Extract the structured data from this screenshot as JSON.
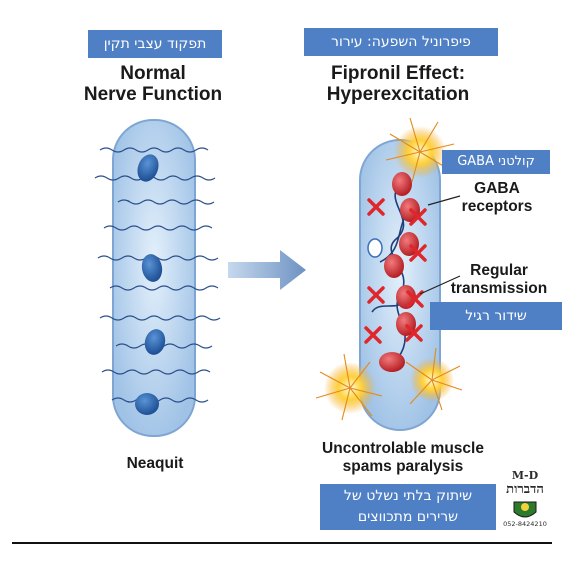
{
  "left": {
    "hebrew_label": "תפקוד עצבי תקין",
    "title_line1": "Normal",
    "title_line2": "Nerve Function",
    "caption": "Neaquit"
  },
  "right": {
    "hebrew_label": "פיפרוניל השפעה: עירור",
    "title_line1": "Fipronil Effect:",
    "title_line2": "Hyperexcitation",
    "gaba_hebrew": "קולטני GABA",
    "gaba_line1": "GABA",
    "gaba_line2": "receptors",
    "transmission_line1": "Regular",
    "transmission_line2": "transmission",
    "transmission_hebrew": "שידור רגיל",
    "caption_line1": "Uncontrolable muscle",
    "caption_line2": "spams paralysis",
    "caption_hebrew_line1": "שיתוק בלתי נשלט של",
    "caption_hebrew_line2": "שרירים מתכווצים"
  },
  "logo": {
    "top": "M-D",
    "name": "הדברות",
    "phone": "052-8424210"
  },
  "colors": {
    "hebrew_box": "#4f7fc4",
    "cell_fill": "#c5dcf2",
    "nucleus": "#2f68b4",
    "receptor": "#d8383c",
    "x_mark": "#e0262b",
    "arrow": "#7d9fc9"
  }
}
